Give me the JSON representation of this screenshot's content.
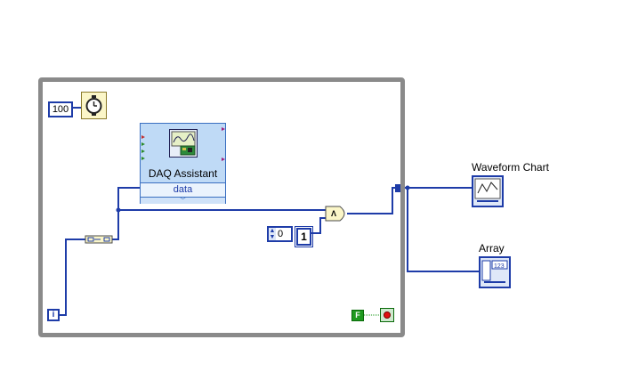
{
  "diagram": {
    "wait_time_constant": "100",
    "wait_icon": "wait-ms-timer-icon",
    "daq_assistant": {
      "title": "DAQ Assistant",
      "output_terminal": "data",
      "expand_glyph": "﹀",
      "icon": "daq-waveform-icon"
    },
    "array_dim_control_value": "0",
    "array_size_constant": "1",
    "iteration_terminal": "i",
    "false_constant": "F",
    "build_array_icon": "build-array-icon",
    "convert_icon": "to-dynamic-data-icon"
  },
  "indicators": {
    "waveform_chart_label": "Waveform Chart",
    "array_label": "Array"
  },
  "colors": {
    "wire": "#1e3ca8",
    "loop_border": "#8a8a8a",
    "daq_background": "#bfdaf6",
    "boolean": "#1f9a1f",
    "stop": "#e01010"
  }
}
